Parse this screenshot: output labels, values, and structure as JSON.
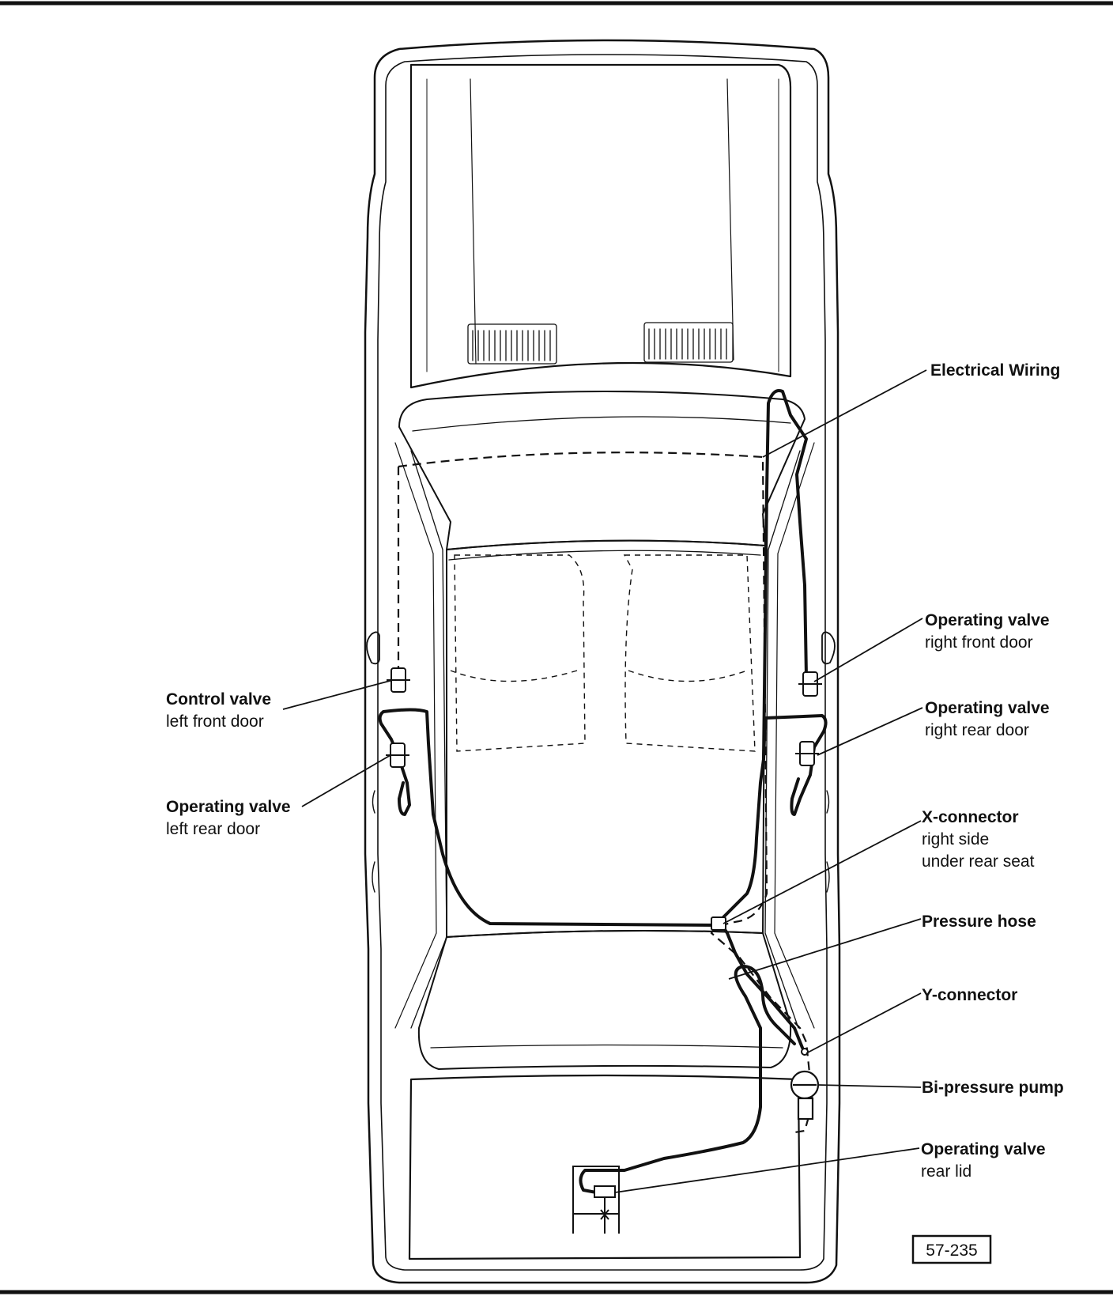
{
  "labels": {
    "electrical_wiring": {
      "title": "Electrical Wiring"
    },
    "op_valve_rf": {
      "title": "Operating valve",
      "sub": [
        "right front door"
      ]
    },
    "control_valve_lf": {
      "title": "Control valve",
      "sub": [
        "left front door"
      ]
    },
    "op_valve_rr": {
      "title": "Operating valve",
      "sub": [
        "right rear door"
      ]
    },
    "op_valve_lr": {
      "title": "Operating valve",
      "sub": [
        "left rear door"
      ]
    },
    "x_connector": {
      "title": "X-connector",
      "sub": [
        "right side",
        "under rear seat"
      ]
    },
    "pressure_hose": {
      "title": "Pressure hose"
    },
    "y_connector": {
      "title": "Y-connector"
    },
    "bi_pressure_pump": {
      "title": "Bi-pressure pump"
    },
    "op_valve_lid": {
      "title": "Operating valve",
      "sub": [
        "rear lid"
      ]
    }
  },
  "figure_id": "57-235",
  "colors": {
    "ink": "#111111",
    "paper": "#ffffff"
  }
}
